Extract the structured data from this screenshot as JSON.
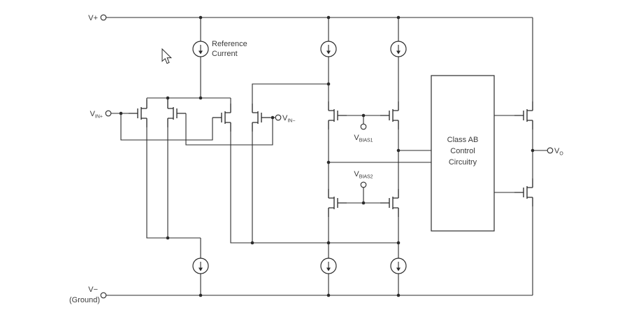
{
  "colors": {
    "line": "#2b2b2b",
    "background": "#ffffff",
    "text": "#3a3a3a"
  },
  "labels": {
    "v_plus": "V+",
    "v_minus": "V−",
    "ground": "(Ground)",
    "reference_current": {
      "line1": "Reference",
      "line2": "Current"
    },
    "vin_plus": {
      "main": "V",
      "sub": "IN+"
    },
    "vin_minus": {
      "main": "V",
      "sub": "IN−"
    },
    "vbias1": {
      "main": "V",
      "sub": "BIAS1"
    },
    "vbias2": {
      "main": "V",
      "sub": "BIAS2"
    },
    "vo": {
      "main": "V",
      "sub": "O"
    },
    "class_ab_box": {
      "line1": "Class AB",
      "line2": "Control",
      "line3": "Circuitry"
    }
  }
}
